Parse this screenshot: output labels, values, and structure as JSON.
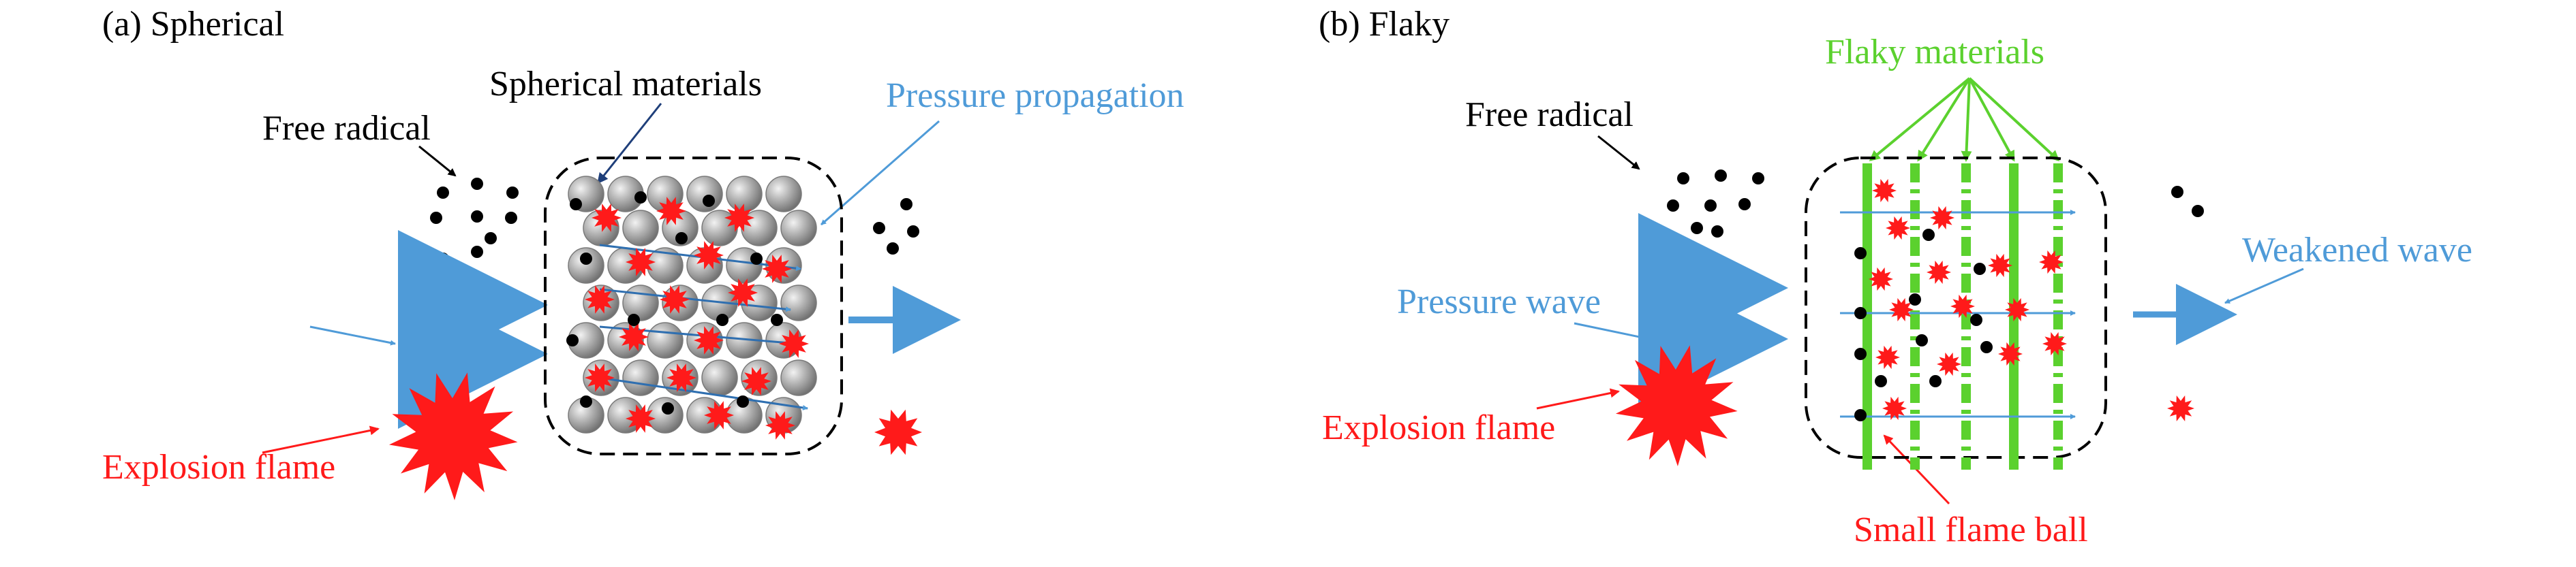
{
  "panels": [
    {
      "label": "(a) Spherical",
      "labels": {
        "free_radical": "Free radical",
        "materials": "Spherical materials",
        "pressure": "Pressure propagation",
        "flame": "Explosion flame"
      }
    },
    {
      "label": "(b) Flaky",
      "labels": {
        "free_radical": "Free radical",
        "materials": "Flaky materials",
        "pressure": "Pressure wave",
        "weakened": "Weakened wave",
        "flame": "Explosion flame",
        "small_flame": "Small flame ball"
      }
    }
  ],
  "colors": {
    "pressure_blue": "#4f9bd8",
    "flame_red": "#ff1a1a",
    "flaky_green": "#5bd12e",
    "sphere_gray": "#a8a8a8",
    "text_black": "#000000"
  },
  "icons": [
    "free-radical-dot-icon",
    "flame-burst-icon",
    "sphere-particle-icon",
    "flaky-plate-icon",
    "arrow-icon"
  ]
}
